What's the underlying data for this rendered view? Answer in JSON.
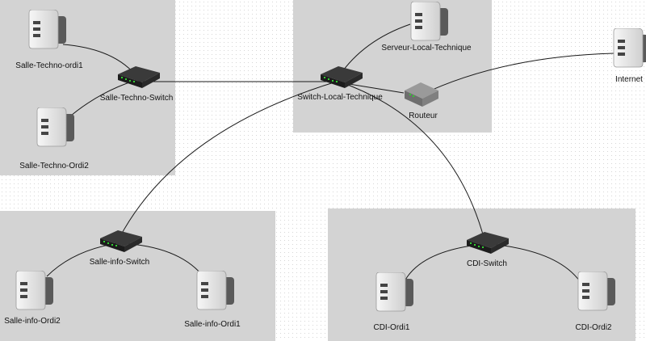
{
  "nodes": {
    "salle_techno_ordi1": {
      "label": "Salle-Techno-ordi1"
    },
    "salle_techno_ordi2": {
      "label": "Salle-Techno-Ordi2"
    },
    "salle_techno_switch": {
      "label": "Salle-Techno-Switch"
    },
    "serveur_local_technique": {
      "label": "Serveur-Local-Technique"
    },
    "switch_local_technique": {
      "label": "Switch-Local-Technique"
    },
    "routeur": {
      "label": "Routeur"
    },
    "internet": {
      "label": "Internet"
    },
    "salle_info_switch": {
      "label": "Salle-info-Switch"
    },
    "salle_info_ordi2": {
      "label": "Salle-info-Ordi2"
    },
    "salle_info_ordi1": {
      "label": "Salle-info-Ordi1"
    },
    "cdi_switch": {
      "label": "CDI-Switch"
    },
    "cdi_ordi1": {
      "label": "CDI-Ordi1"
    },
    "cdi_ordi2": {
      "label": "CDI-Ordi2"
    }
  },
  "colors": {
    "zone": "#d3d3d3",
    "link": "#1a1a1a"
  }
}
